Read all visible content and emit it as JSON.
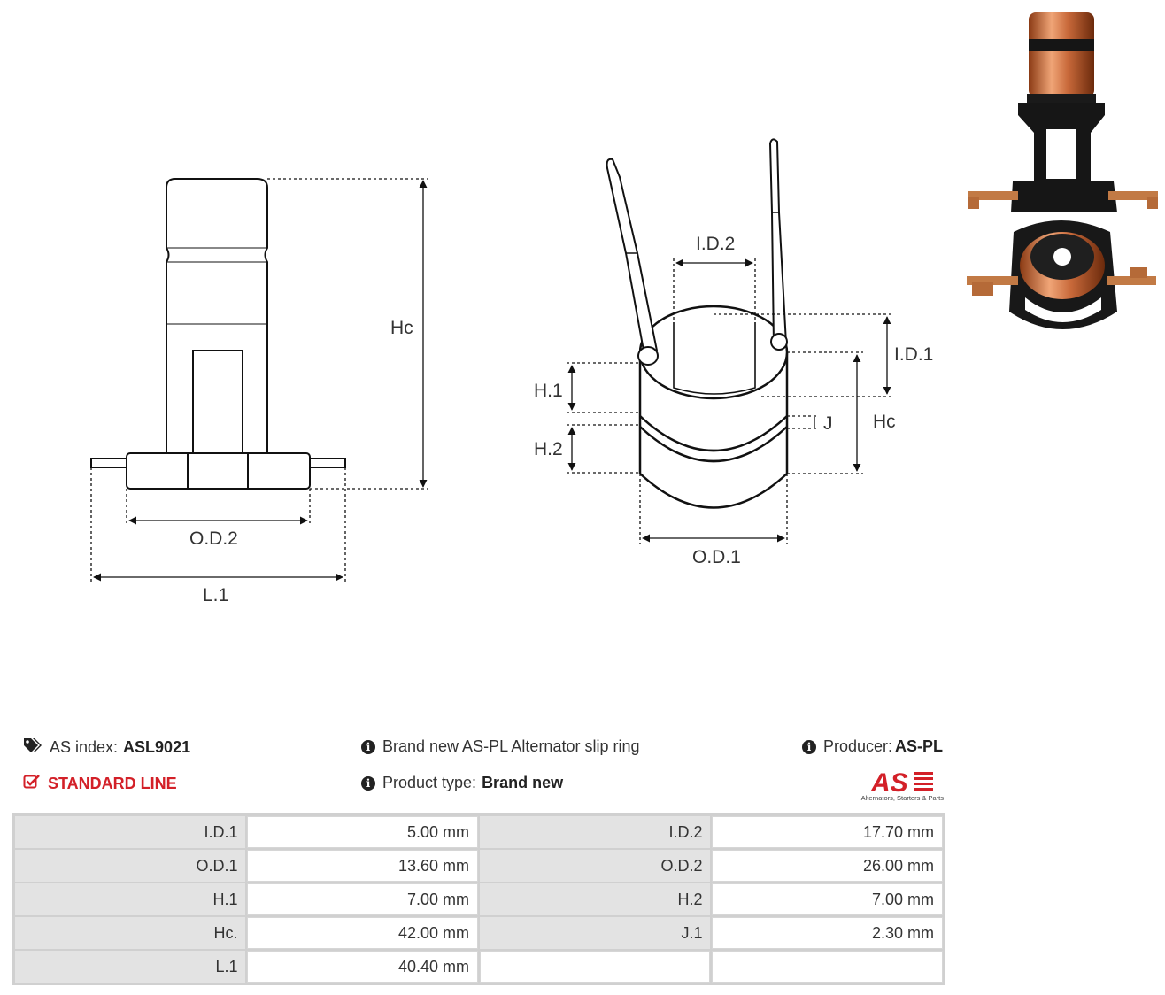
{
  "drawing_labels": {
    "left": {
      "hc": "Hc",
      "od2": "O.D.2",
      "l1": "L.1"
    },
    "right": {
      "id2": "I.D.2",
      "id1": "I.D.1",
      "h1": "H.1",
      "h2": "H.2",
      "j": "J",
      "hc": "Hc",
      "od1": "O.D.1"
    }
  },
  "info": {
    "as_index_label": "AS index:",
    "as_index_value": "ASL9021",
    "line": "STANDARD LINE",
    "description": "Brand new AS-PL Alternator slip ring",
    "product_type_label": "Product type:",
    "product_type_value": "Brand new",
    "producer_label": "Producer:",
    "producer_value": "AS-PL"
  },
  "logo": {
    "mark": "AS",
    "tagline": "Alternators, Starters & Parts"
  },
  "specs": [
    {
      "k1": "I.D.1",
      "v1": "5.00 mm",
      "k2": "I.D.2",
      "v2": "17.70 mm"
    },
    {
      "k1": "O.D.1",
      "v1": "13.60 mm",
      "k2": "O.D.2",
      "v2": "26.00 mm"
    },
    {
      "k1": "H.1",
      "v1": "7.00 mm",
      "k2": "H.2",
      "v2": "7.00 mm"
    },
    {
      "k1": "Hc.",
      "v1": "42.00 mm",
      "k2": "J.1",
      "v2": "2.30 mm"
    },
    {
      "k1": "L.1",
      "v1": "40.40 mm",
      "k2": "",
      "v2": ""
    }
  ],
  "colors": {
    "accent": "#d32028",
    "text": "#333333",
    "table_key_bg": "#e3e3e3"
  },
  "icons": [
    "tags-icon",
    "checkbox-icon",
    "info-icon"
  ]
}
